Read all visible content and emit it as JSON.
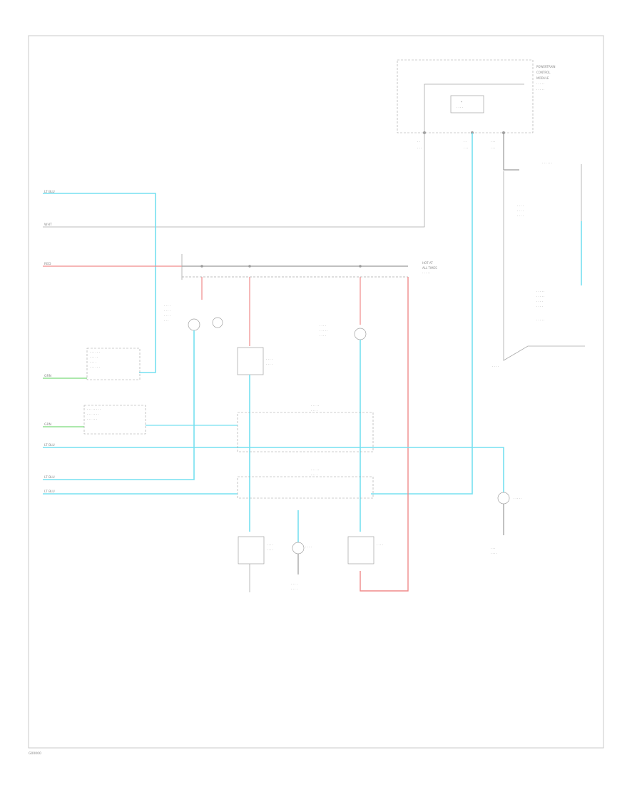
{
  "colors": {
    "cyan": "#76e0f0",
    "red": "#f08a8a",
    "green": "#90e090",
    "gray": "#a9a9a9",
    "frame": "#c8c8c8"
  },
  "labels": {
    "left": [
      "LT BLU",
      "WHT",
      "RED",
      "GRN",
      "GRN",
      "LT BLU",
      "LT BLU",
      "LT BLU"
    ],
    "top_box": [
      "POWERTRAIN",
      "CONTROL",
      "MODULE"
    ],
    "bus": [
      "HOT AT",
      "ALL TIMES"
    ],
    "footer": "G00000"
  }
}
